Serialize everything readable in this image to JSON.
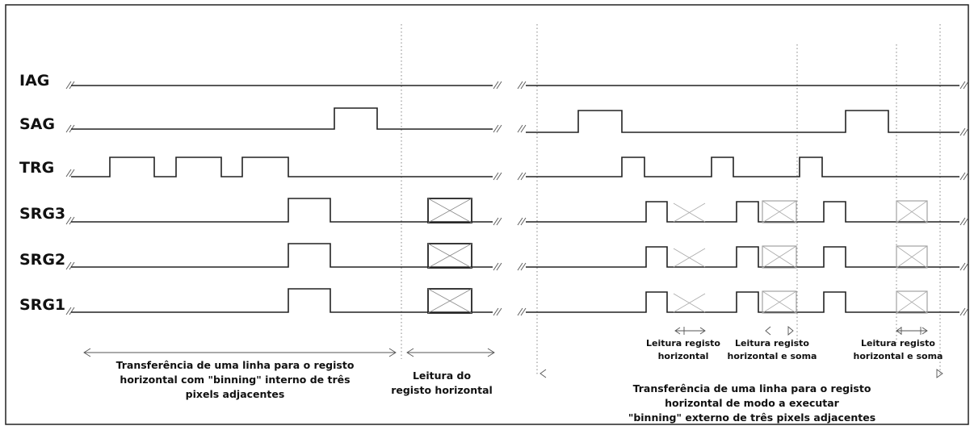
{
  "signals": [
    {
      "id": "iag",
      "label": "IAG"
    },
    {
      "id": "sag",
      "label": "SAG"
    },
    {
      "id": "trg",
      "label": "TRG"
    },
    {
      "id": "srg3",
      "label": "SRG3"
    },
    {
      "id": "srg2",
      "label": "SRG2"
    },
    {
      "id": "srg1",
      "label": "SRG1"
    }
  ],
  "left_panel": {
    "transfer_caption": [
      "Transferência de uma linha para o registo",
      "horizontal com \"binning\" interno de três",
      "pixels adjacentes"
    ],
    "readout_caption": [
      "Leitura do",
      "registo horizontal"
    ]
  },
  "right_panel": {
    "readout_1": [
      "Leitura registo",
      "horizontal"
    ],
    "readout_2": [
      "Leitura registo",
      "horizontal e soma"
    ],
    "readout_3": [
      "Leitura registo",
      "horizontal e soma"
    ],
    "transfer_caption": [
      "Transferência de uma linha para o registo",
      "horizontal de modo a executar",
      "\"binning\" externo de três pixels adjacentes"
    ]
  }
}
